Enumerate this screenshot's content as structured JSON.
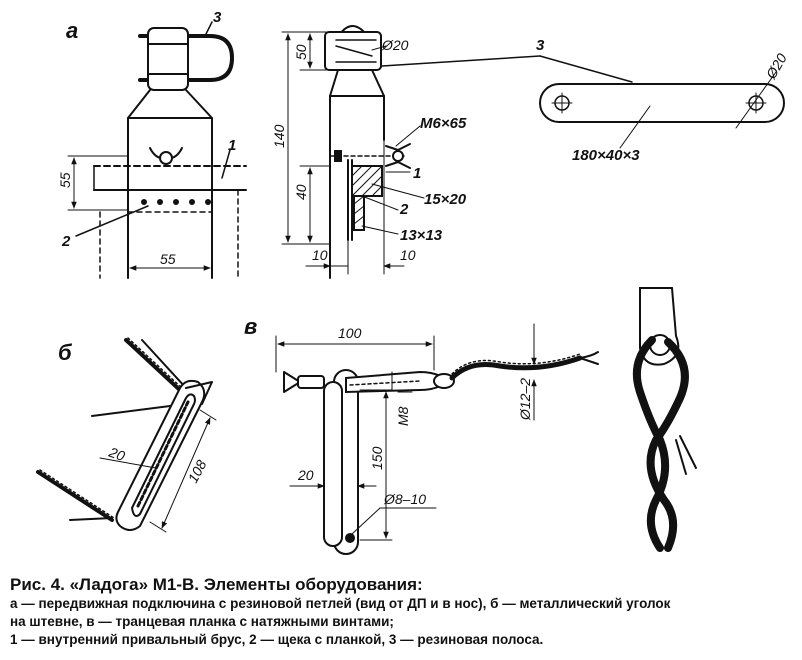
{
  "figure": {
    "panel_labels": {
      "a": "а",
      "b": "б",
      "v": "в"
    },
    "part_callouts": {
      "p1": "1",
      "p2": "2",
      "p3": "3"
    },
    "dimensions": {
      "a_front_55_height": "55",
      "a_front_55_width": "55",
      "a_side_phi20": "Ø20",
      "a_side_50": "50",
      "a_side_140": "140",
      "a_side_40": "40",
      "a_side_10_left": "10",
      "a_side_10_right": "10",
      "a_side_screw": "М6×65",
      "a_side_15x20": "15×20",
      "a_side_13x13": "13×13",
      "strip_size": "180×40×3",
      "strip_phi20": "Ø20",
      "b_20": "20",
      "b_108": "108",
      "v_100": "100",
      "v_m8": "М8",
      "v_150": "150",
      "v_20": "20",
      "v_8_10": "Ø8–10",
      "v_rope": "Ø12–2"
    }
  },
  "caption": {
    "title": "Рис. 4. «Ладога» М1-В. Элементы оборудования:",
    "line1": "а — передвижная подключина с резиновой петлей (вид от ДП и в нос), б — металлический уголок",
    "line2": "на штевне, в — транцевая планка с натяжными винтами;",
    "line3": "1 — внутренний привальный брус, 2 — щека с планкой, 3 — резиновая полоса."
  }
}
